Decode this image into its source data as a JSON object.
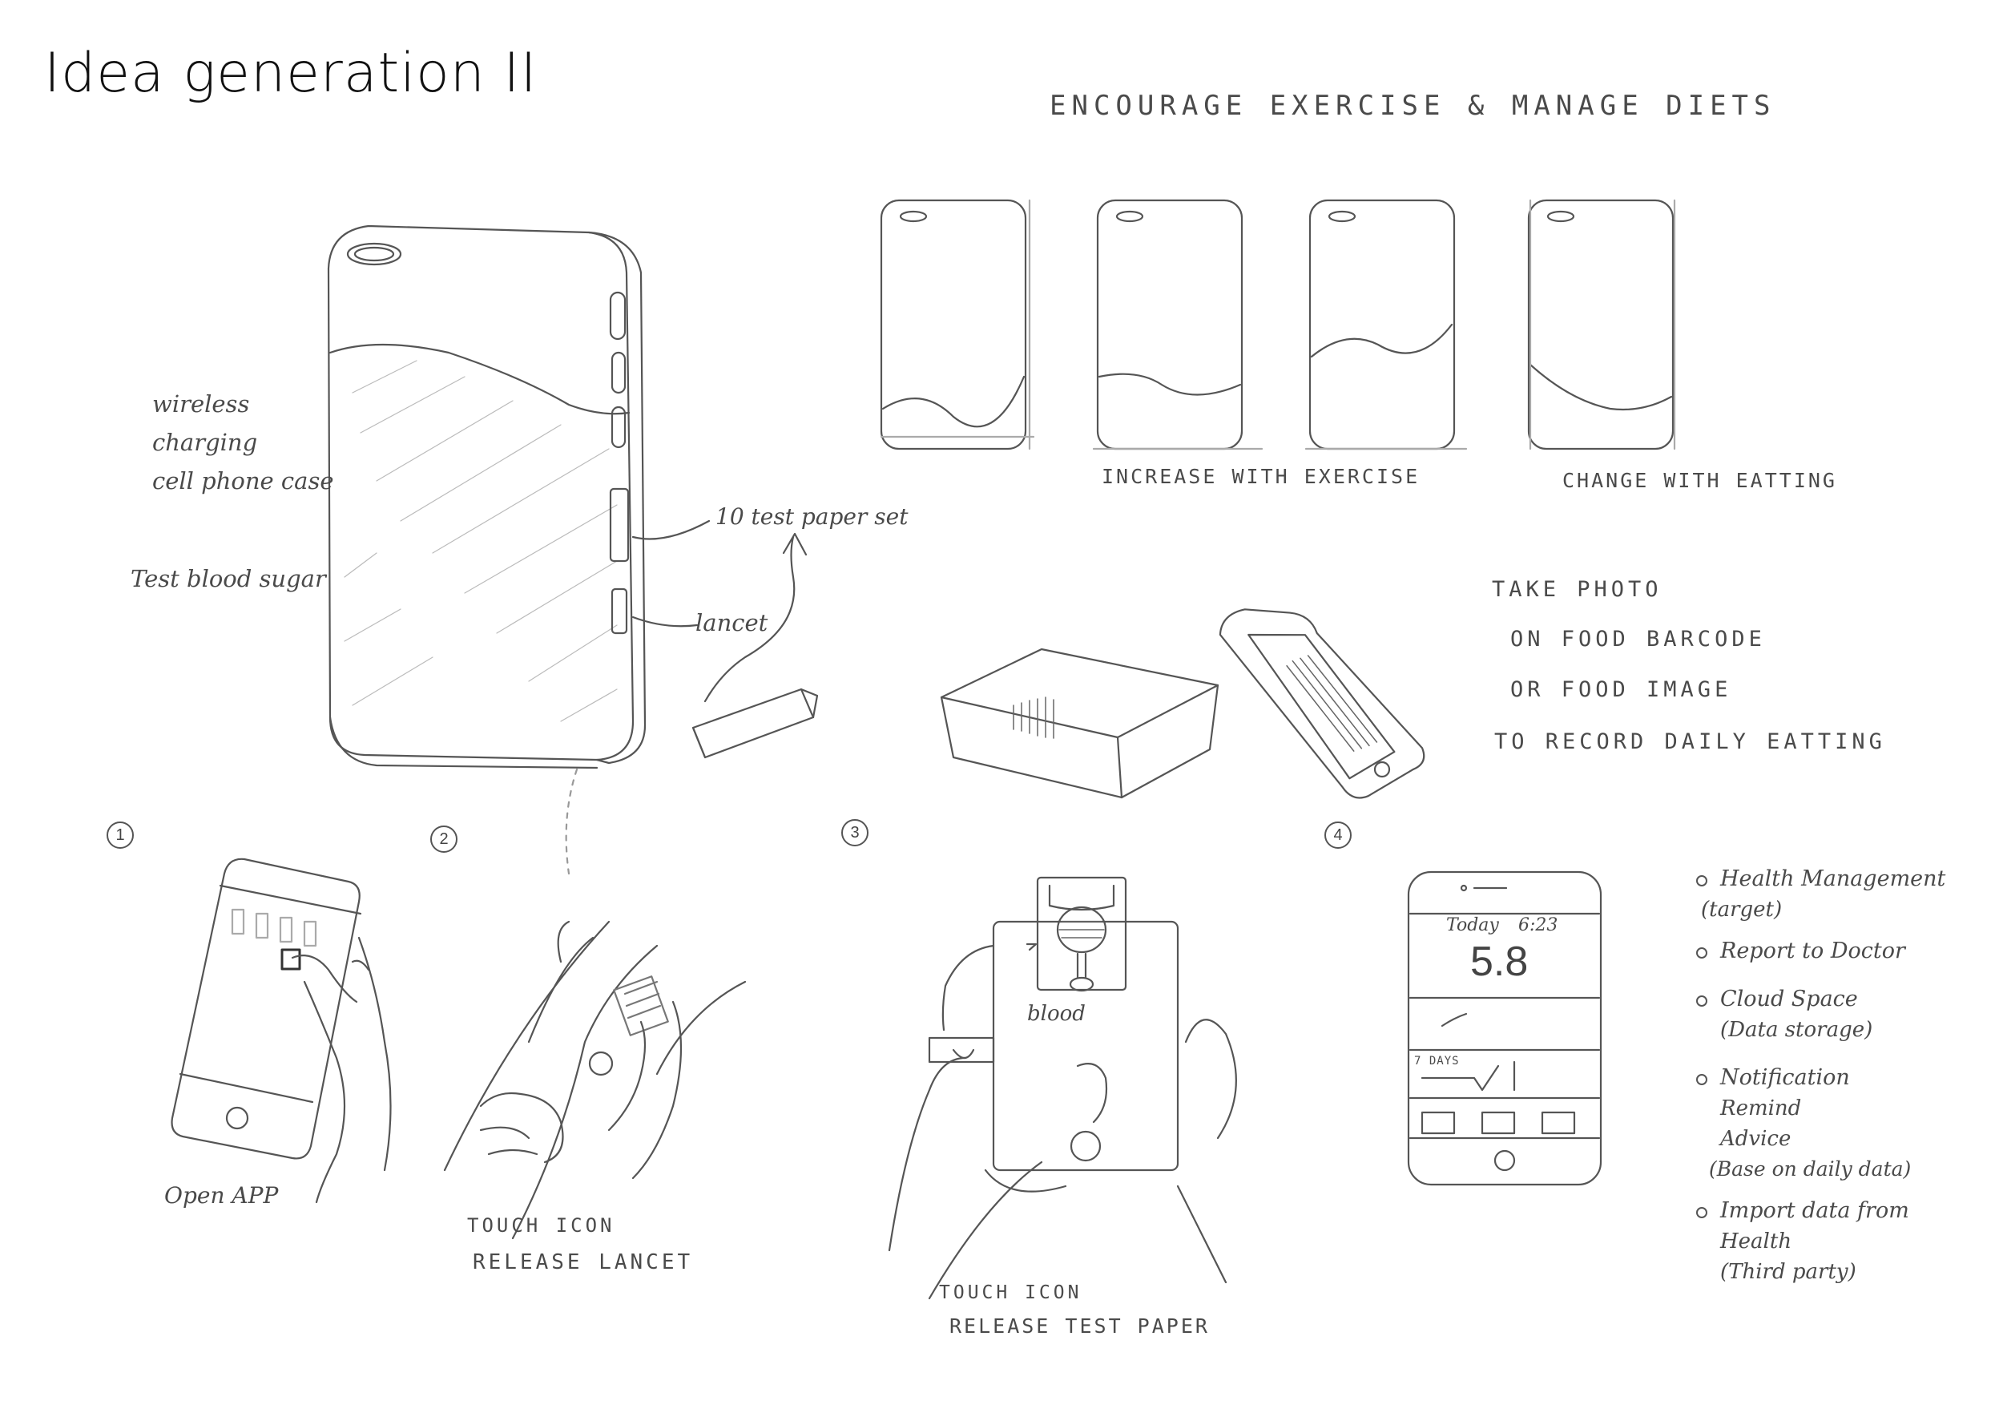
{
  "title": "Idea generation II",
  "case_sketch": {
    "feature_label_lines": [
      "wireless",
      "charging",
      "cell phone case"
    ],
    "test_label": "Test blood sugar",
    "test_paper_label": "10 test paper set",
    "lancet_label": "lancet"
  },
  "exercise_diet": {
    "heading": "ENCOURAGE EXERCISE & MANAGE DIETS",
    "increase_label": "INCREASE WITH EXERCISE",
    "change_label": "CHANGE WITH EATTING"
  },
  "photo_note": {
    "lines": [
      "TAKE PHOTO",
      "ON FOOD BARCODE",
      "OR FOOD IMAGE",
      "TO RECORD DAILY EATTING"
    ]
  },
  "steps": [
    {
      "number": "1",
      "caption_lines": [
        "Open APP"
      ]
    },
    {
      "number": "2",
      "caption_lines": [
        "TOUCH ICON",
        "RELEASE LANCET"
      ]
    },
    {
      "number": "3",
      "caption_lines": [
        "TOUCH ICON",
        "RELEASE TEST PAPER"
      ],
      "blood_label": "blood"
    },
    {
      "number": "4"
    }
  ],
  "app_screen": {
    "day_label": "Today",
    "time": "6:23",
    "reading": "5.8",
    "range_label": "7 DAYS"
  },
  "features": [
    {
      "label": "Health Management",
      "sub_lines": [
        "(target)"
      ]
    },
    {
      "label": "Report to Doctor",
      "sub_lines": []
    },
    {
      "label": "Cloud Space",
      "sub_lines": [
        "(Data storage)"
      ]
    },
    {
      "label": "Notification",
      "sub_lines": [
        "Remind",
        "Advice",
        "(Base on daily data)"
      ]
    },
    {
      "label": "Import data from",
      "sub_lines": [
        "Health",
        "(Third party)"
      ]
    }
  ]
}
